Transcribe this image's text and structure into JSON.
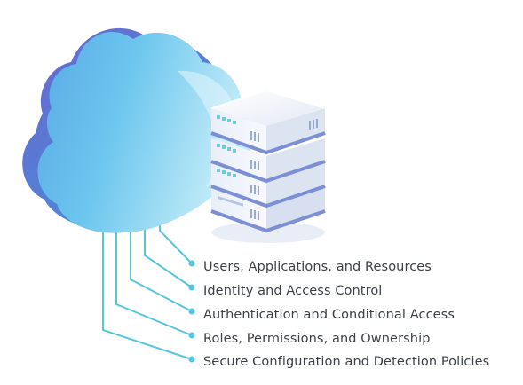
{
  "diagram": {
    "items": [
      {
        "label": "Users, Applications, and Resources"
      },
      {
        "label": "Identity and Access Control"
      },
      {
        "label": "Authentication and Conditional Access"
      },
      {
        "label": "Roles, Permissions, and Ownership"
      },
      {
        "label": "Secure Configuration and Detection Policies"
      }
    ],
    "colors": {
      "cloud_light": "#bfe9f7",
      "cloud_mid": "#4cbbe6",
      "cloud_dark": "#5b57c7",
      "connector": "#55c7dd",
      "server_body": "#eef2f8",
      "server_accent": "#6fcbe0",
      "server_shadow": "#7a8fd6",
      "text": "#3b4147"
    },
    "icons": [
      "cloud-icon",
      "server-stack-icon"
    ]
  }
}
